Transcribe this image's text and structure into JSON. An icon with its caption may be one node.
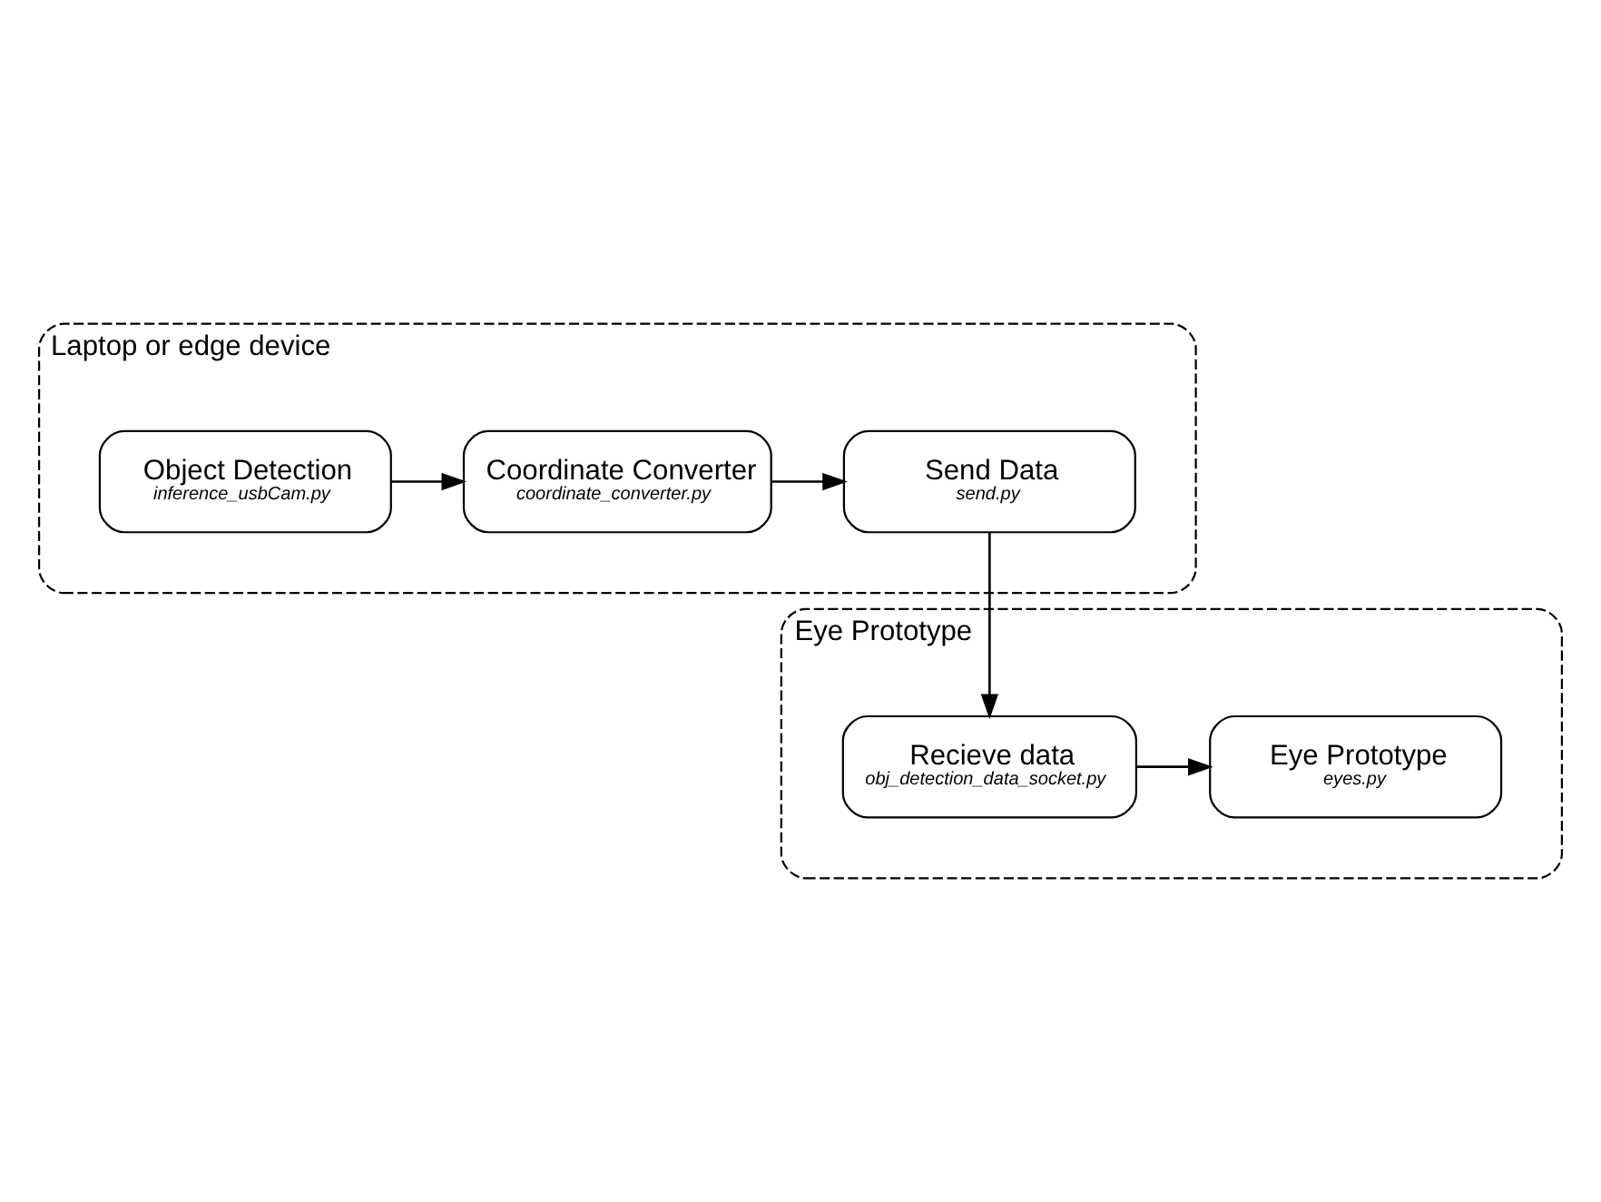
{
  "diagram": {
    "nodes": [
      {
        "text": [
          "Laptop or edge device"
        ]
      },
      {
        "text": [
          "Object Detection",
          "inference_usbCam.py"
        ],
        "in": 0
      },
      {
        "text": [
          "Coordinate Converter",
          "coordinate_converter.py"
        ],
        "in": 0
      },
      {
        "text": [
          "Send Data",
          "send.py"
        ],
        "in": 0
      },
      {
        "text": [
          "Eye Prototype"
        ]
      },
      {
        "text": [
          "Recieve data",
          "obj_detection_data_socket.py"
        ],
        "in": 4
      },
      {
        "text": [
          "Eye Prototype",
          "eyes.py"
        ],
        "in": 4
      }
    ],
    "edges": [
      {
        "from": 1,
        "to": 2,
        "arrow": "to"
      },
      {
        "from": 2,
        "to": 3,
        "arrow": "to"
      },
      {
        "from": 3,
        "to": 5,
        "arrow": "to"
      },
      {
        "from": 5,
        "to": 6,
        "arrow": "to"
      }
    ]
  }
}
